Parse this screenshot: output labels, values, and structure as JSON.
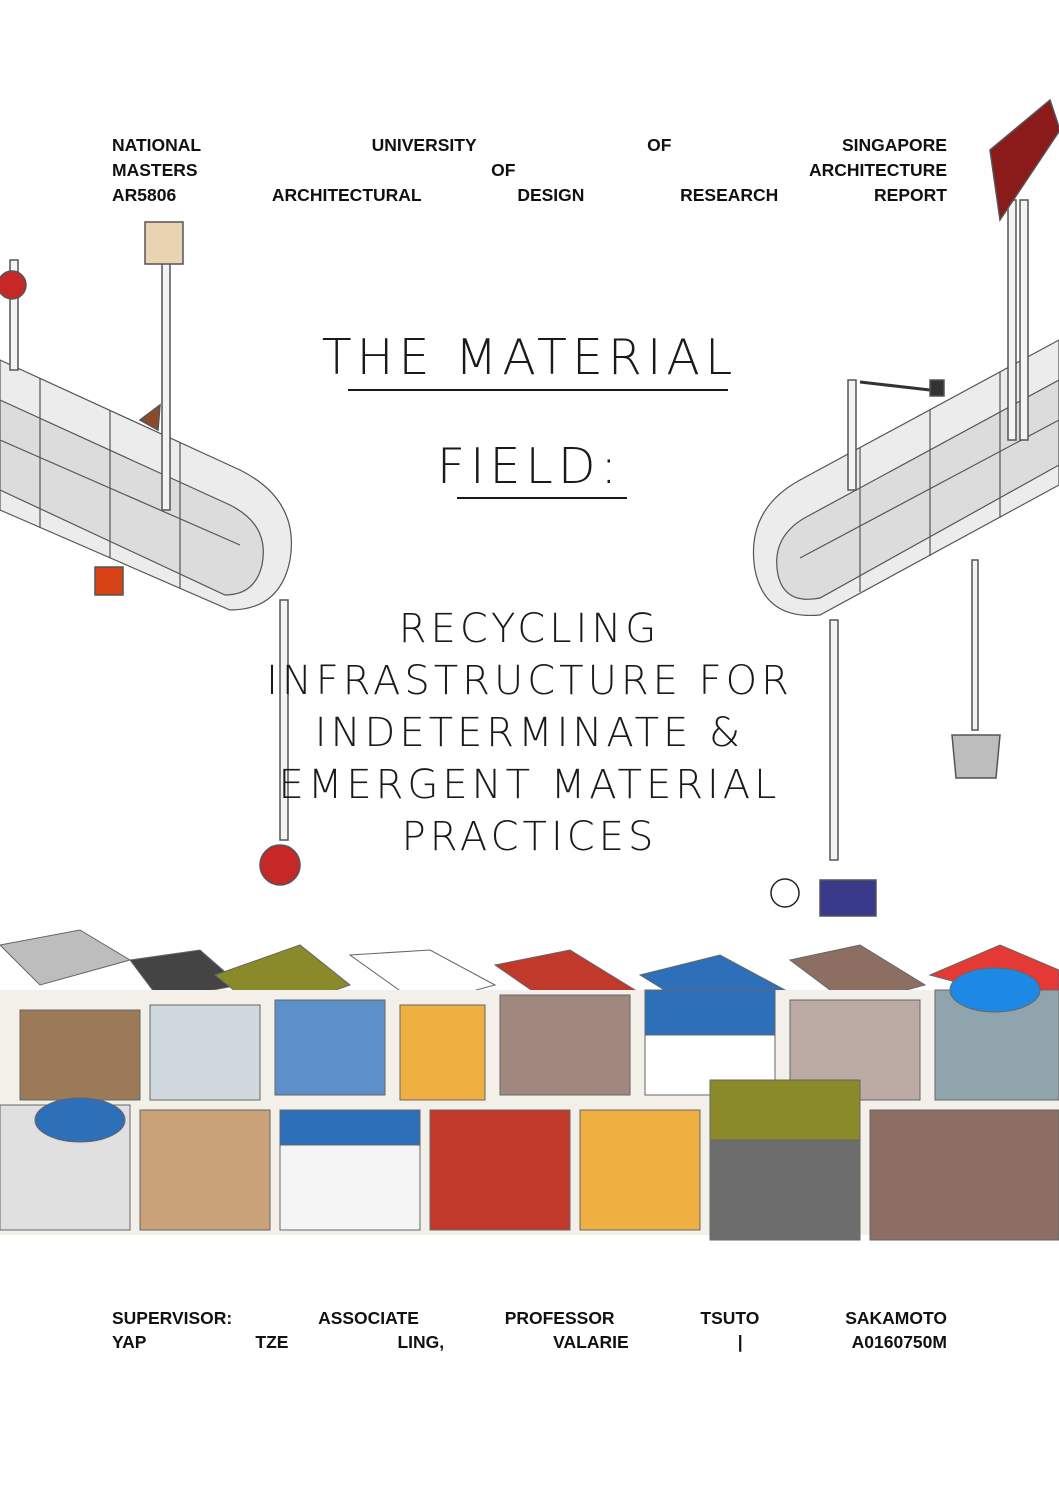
{
  "header": {
    "lines": [
      [
        "NATIONAL",
        "UNIVERSITY",
        "OF",
        "SINGAPORE"
      ],
      [
        "MASTERS",
        "OF",
        "ARCHITECTURE"
      ],
      [
        "AR5806",
        "ARCHITECTURAL",
        "DESIGN",
        "RESEARCH",
        "REPORT"
      ]
    ]
  },
  "title": {
    "line1": "THE MATERIAL",
    "line2": "FIELD:"
  },
  "subtitle": {
    "lines": [
      "RECYCLING",
      "INFRASTRUCTURE FOR",
      "INDETERMINATE &",
      "EMERGENT MATERIAL",
      "PRACTICES"
    ]
  },
  "footer": {
    "lines": [
      [
        "SUPERVISOR:",
        "ASSOCIATE",
        "PROFESSOR",
        "TSUTO",
        "SAKAMOTO"
      ],
      [
        "YAP",
        "TZE",
        "LING,",
        "VALARIE",
        "|",
        "A0160750M"
      ]
    ]
  },
  "colors": {
    "text": "#111111",
    "background": "#ffffff",
    "conveyor_fill": "#e6e6e6",
    "accent_red": "#b32020",
    "accent_blue": "#2d6fb8",
    "accent_olive": "#8a8a2a",
    "accent_wood": "#9c7a58"
  }
}
